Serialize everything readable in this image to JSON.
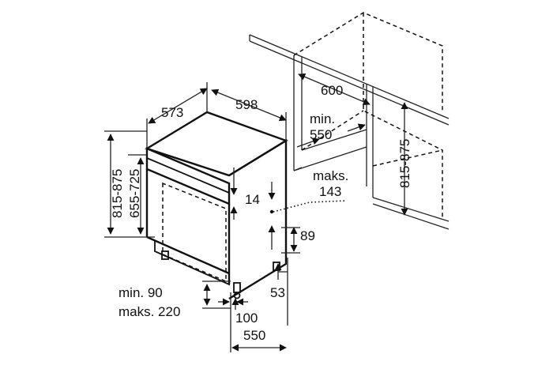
{
  "labels": {
    "w598": "598",
    "d573": "573",
    "h815": "815-875",
    "h655": "655-725",
    "h14": "14",
    "l89": "89",
    "l53": "53",
    "l100": "100",
    "l550b": "550",
    "min90": "min. 90",
    "maks220": "maks. 220",
    "n600": "600",
    "min550a": "min.",
    "min550b": "550",
    "n815r": "815-875",
    "maks143a": "maks.",
    "maks143b": "143"
  }
}
